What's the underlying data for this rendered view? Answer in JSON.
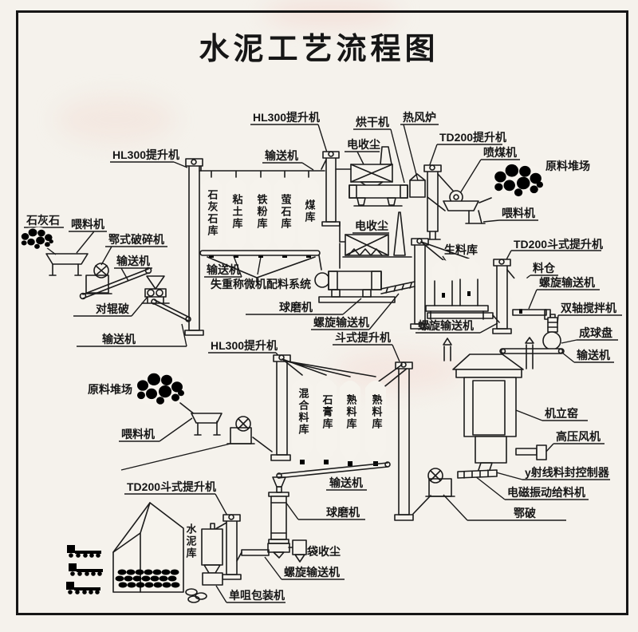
{
  "title": "水泥工艺流程图",
  "labels": {
    "hl300": "HL300提升机",
    "td200": "TD200提升机",
    "td200_bucket": "TD200斗式提升机",
    "bucket_elevator": "斗式提升机",
    "conveyor": "输送机",
    "screw_conveyor": "螺旋输送机",
    "dryer": "烘干机",
    "hot_air_furnace": "热风炉",
    "electric_dust_collector": "电收尘",
    "coal_injector": "喷煤机",
    "raw_material_yard": "原料堆场",
    "feeder": "喂料机",
    "limestone": "石灰石",
    "jaw_crusher": "鄂式破碎机",
    "jaw_crusher_short": "鄂破",
    "roller_crusher": "对辊破",
    "silo_limestone": "石灰石库",
    "silo_clay": "粘土库",
    "silo_iron_powder": "铁粉库",
    "silo_fluorite": "萤石库",
    "silo_coal": "煤库",
    "weighing_system": "失重称微机配料系统",
    "ball_mill": "球磨机",
    "raw_meal_silo": "生料库",
    "bin": "料仓",
    "twin_shaft_mixer": "双轴搅拌机",
    "ball_forming_disc": "成球盘",
    "shaft_kiln": "机立窑",
    "high_pressure_fan": "高压风机",
    "gamma_controller": "y射线料封控制器",
    "em_vibrating_feeder": "电磁振动给料机",
    "silo_mixture": "混合料库",
    "silo_gypsum": "石膏库",
    "silo_clinker": "熟料库",
    "cement_silo": "水泥库",
    "bag_dust_collector": "袋收尘",
    "single_nozzle_packer": "单咀包装机"
  }
}
